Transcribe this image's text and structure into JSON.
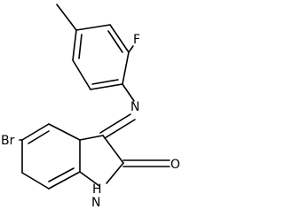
{
  "structure": {
    "atoms": {
      "fluorine": "F",
      "imine_nitrogen": "N",
      "bromine": "Br",
      "oxygen": "O",
      "amide_nh": "H",
      "amide_n": "N"
    }
  }
}
